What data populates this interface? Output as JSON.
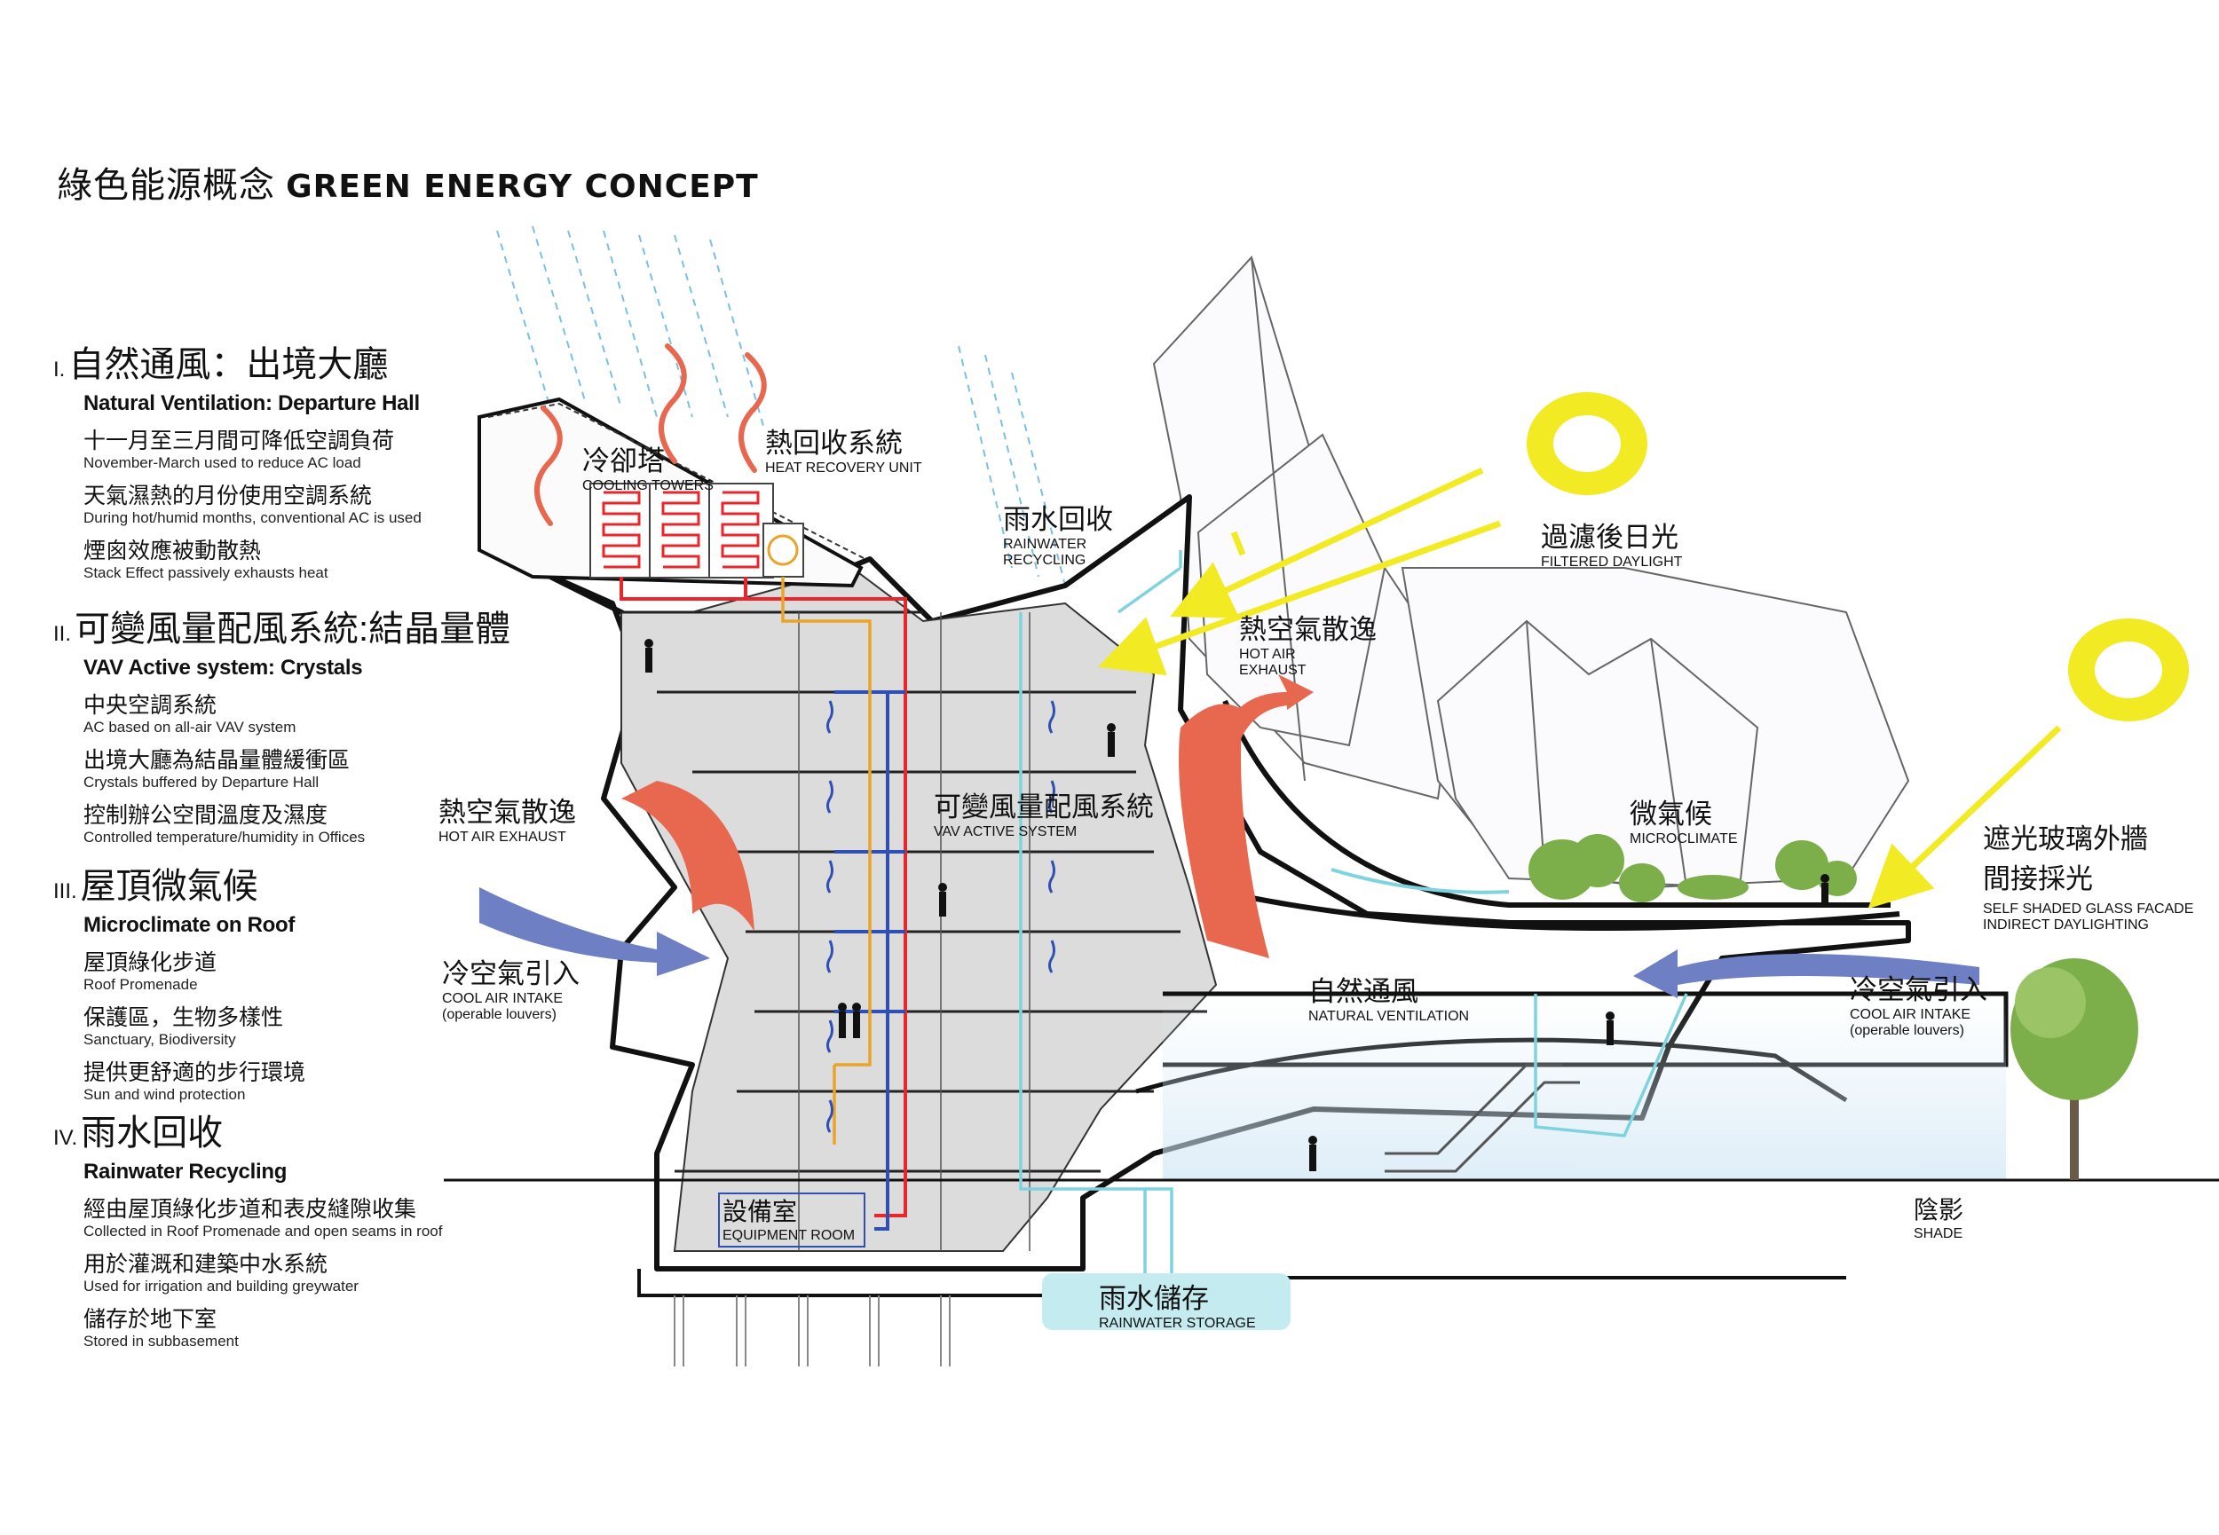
{
  "title": {
    "zh": "綠色能源概念",
    "en": "GREEN ENERGY CONCEPT"
  },
  "legend": [
    {
      "num": "I.",
      "zh": "自然通風：出境大廳",
      "en": "Natural Ventilation: Departure Hall",
      "items": [
        {
          "zh": "十一月至三月間可降低空調負荷",
          "en": "November-March used to reduce AC load"
        },
        {
          "zh": "天氣濕熱的月份使用空調系統",
          "en": "During hot/humid months, conventional AC is used"
        },
        {
          "zh": "煙囪效應被動散熱",
          "en": "Stack Effect passively exhausts heat"
        }
      ]
    },
    {
      "num": "II.",
      "zh": "可變風量配風系統:結晶量體",
      "en": "VAV Active system: Crystals",
      "items": [
        {
          "zh": "中央空調系統",
          "en": "AC based on all-air VAV system"
        },
        {
          "zh": "出境大廳為結晶量體緩衝區",
          "en": "Crystals buffered by Departure Hall"
        },
        {
          "zh": "控制辦公空間溫度及濕度",
          "en": "Controlled temperature/humidity in Offices"
        }
      ]
    },
    {
      "num": "III.",
      "zh": "屋頂微氣候",
      "en": "Microclimate on Roof",
      "items": [
        {
          "zh": "屋頂綠化步道",
          "en": "Roof Promenade"
        },
        {
          "zh": "保護區，生物多樣性",
          "en": "Sanctuary, Biodiversity"
        },
        {
          "zh": "提供更舒適的步行環境",
          "en": "Sun and wind protection"
        }
      ]
    },
    {
      "num": "IV.",
      "zh": "雨水回收",
      "en": "Rainwater Recycling",
      "items": [
        {
          "zh": "經由屋頂綠化步道和表皮縫隙收集",
          "en": "Collected in Roof Promenade and open seams in roof"
        },
        {
          "zh": "用於灌溉和建築中水系統",
          "en": "Used for irrigation and building greywater"
        },
        {
          "zh": "儲存於地下室",
          "en": "Stored in subbasement"
        }
      ]
    }
  ],
  "labels": {
    "cooling": {
      "zh": "冷卻塔",
      "en": "COOLING TOWERS"
    },
    "heat_recovery": {
      "zh": "熱回收系統",
      "en": "HEAT RECOVERY UNIT"
    },
    "rainwater": {
      "zh": "雨水回收",
      "en1": "RAINWATER",
      "en2": "RECYCLING"
    },
    "filtered": {
      "zh": "過濾後日光",
      "en": "FILTERED DAYLIGHT"
    },
    "hot_top": {
      "zh": "熱空氣散逸",
      "en1": "HOT AIR",
      "en2": "EXHAUST"
    },
    "hot_left": {
      "zh": "熱空氣散逸",
      "en": "HOT AIR EXHAUST"
    },
    "vav": {
      "zh": "可變風量配風系統",
      "en": "VAV ACTIVE SYSTEM"
    },
    "micro": {
      "zh": "微氣候",
      "en": "MICROCLIMATE"
    },
    "glass": {
      "zh1": "遮光玻璃外牆",
      "zh2": "間接採光",
      "en1": "SELF SHADED GLASS FACADE",
      "en2": "INDIRECT DAYLIGHTING"
    },
    "cool_left": {
      "zh": "冷空氣引入",
      "en1": "COOL AIR INTAKE",
      "en2": "(operable louvers)"
    },
    "natural": {
      "zh": "自然通風",
      "en": "NATURAL VENTILATION"
    },
    "cool_right": {
      "zh": "冷空氣引入",
      "en1": "COOL AIR INTAKE",
      "en2": "(operable louvers)"
    },
    "equipment": {
      "zh": "設備室",
      "en": "EQUIPMENT ROOM"
    },
    "storage": {
      "zh": "雨水儲存",
      "en": "RAINWATER STORAGE"
    },
    "shade": {
      "zh": "陰影",
      "en": "SHADE"
    }
  },
  "colors": {
    "red": "#e8262b",
    "blue": "#2f4fb4",
    "cyan": "#7fd3df",
    "orange": "#e9a429",
    "hot": "#e8674f",
    "cool": "#6f7fc4",
    "sun": "#f2ea22",
    "storage": "#c4ebef"
  }
}
